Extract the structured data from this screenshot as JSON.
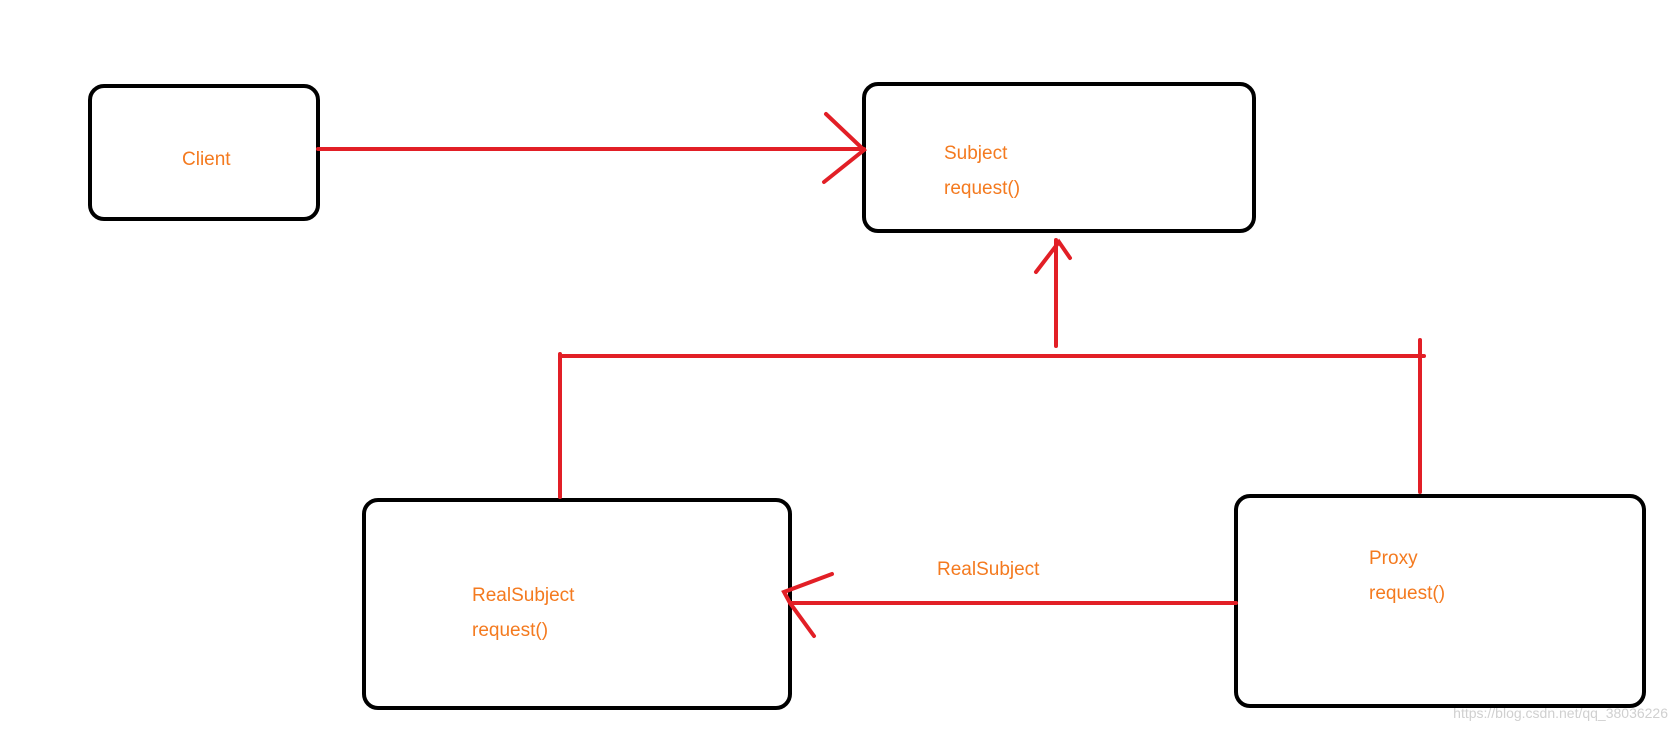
{
  "colors": {
    "box_border": "#000000",
    "connector": "#e21f26",
    "label_text": "#f47a1f",
    "watermark": "#d0d0d0"
  },
  "nodes": {
    "client": {
      "lines": [
        "Client"
      ]
    },
    "subject": {
      "lines": [
        "Subject",
        "request()"
      ]
    },
    "real_subject": {
      "lines": [
        "RealSubject",
        "request()"
      ]
    },
    "proxy": {
      "lines": [
        "Proxy",
        "request()"
      ]
    }
  },
  "edges": {
    "proxy_to_real_subject": {
      "label": "RealSubject"
    }
  },
  "watermark": "https://blog.csdn.net/qq_38036226"
}
